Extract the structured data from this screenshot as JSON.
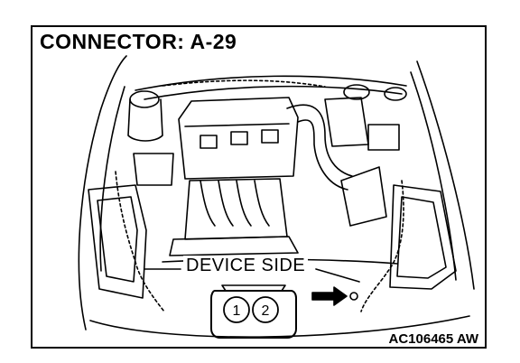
{
  "title": "CONNECTOR: A-29",
  "device_label": "DEVICE SIDE",
  "connector_pins": [
    "1",
    "2"
  ],
  "figure_code": "AC106465 AW"
}
